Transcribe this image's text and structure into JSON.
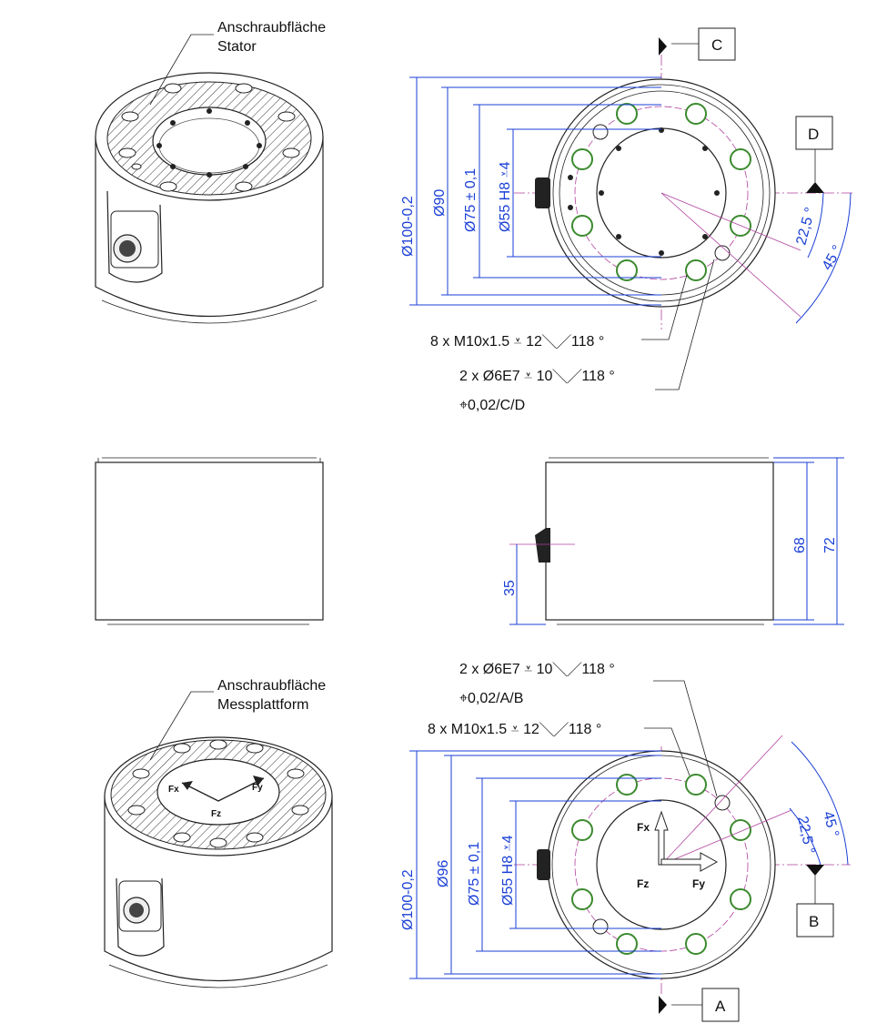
{
  "labels": {
    "top_iso_line1": "Anschraubfläche",
    "top_iso_line2": "Stator",
    "bottom_iso_line1": "Anschraubfläche",
    "bottom_iso_line2": "Messplattform"
  },
  "datum_boxes": {
    "c": "C",
    "d": "D",
    "b": "B",
    "a": "A"
  },
  "top_view": {
    "dim_outer": "Ø100-0,2",
    "dim_90": "Ø90",
    "dim_75": "Ø75 ± 0,1",
    "dim_55": "Ø55 H8 ⩡4",
    "angle_small": "22,5 °",
    "angle_large": "45 °",
    "callout_thread": "8 x M10x1.5 ⩡ 12╲╱118 °",
    "callout_pin": "2 x Ø6E7 ⩡ 10╲╱118 °",
    "callout_tol": "⌖0,02/C/D"
  },
  "side_view": {
    "dim_35": "35",
    "dim_68": "68",
    "dim_72": "72"
  },
  "bottom_view": {
    "callout_pin": "2 x Ø6E7 ⩡ 10╲╱118 °",
    "callout_tol": "⌖0,02/A/B",
    "callout_thread": "8 x M10x1.5 ⩡ 12╲╱118 °",
    "dim_outer": "Ø100-0,2",
    "dim_96": "Ø96",
    "dim_75": "Ø75 ± 0,1",
    "dim_55": "Ø55 H8 ⩡4",
    "angle_large": "45 °",
    "angle_small": "22,5 °",
    "axis_fx": "Fx",
    "axis_fy": "Fy",
    "axis_fz": "Fz"
  },
  "iso_axes": {
    "fx": "Fx",
    "fy": "Fy",
    "fz": "Fz"
  },
  "colors": {
    "dimension": "#1a3fd6",
    "centerline": "#b0409e",
    "hole_rim": "#3b8a2e"
  }
}
